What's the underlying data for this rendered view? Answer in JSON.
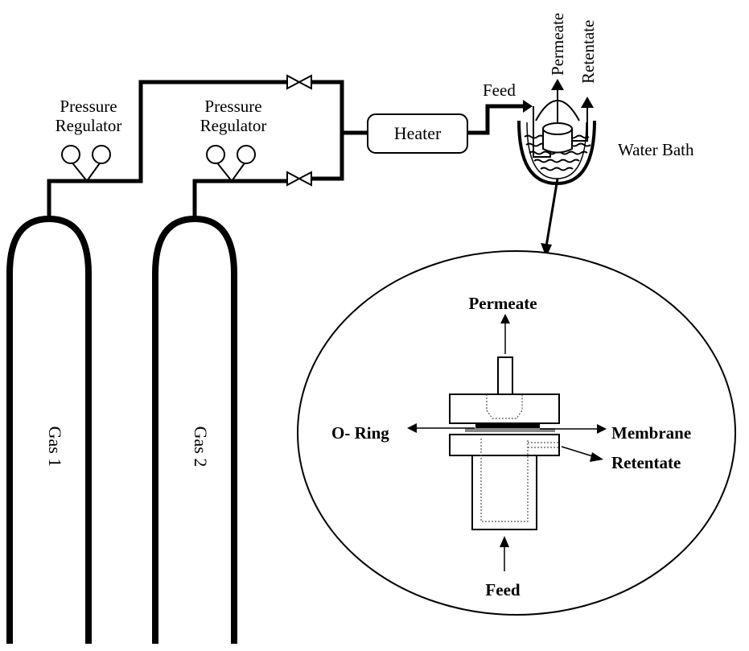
{
  "labels": {
    "pressure_regulator_1": [
      "Pressure",
      "Regulator"
    ],
    "pressure_regulator_2": [
      "Pressure",
      "Regulator"
    ],
    "heater": "Heater",
    "feed_top": "Feed",
    "permeate_top": "Permeate",
    "retentate_top": "Retentate",
    "water_bath": "Water Bath",
    "gas_1": "Gas 1",
    "gas_2": "Gas 2"
  },
  "detail": {
    "permeate": "Permeate",
    "o_ring": "O- Ring",
    "membrane": "Membrane",
    "retentate": "Retentate",
    "feed": "Feed"
  }
}
